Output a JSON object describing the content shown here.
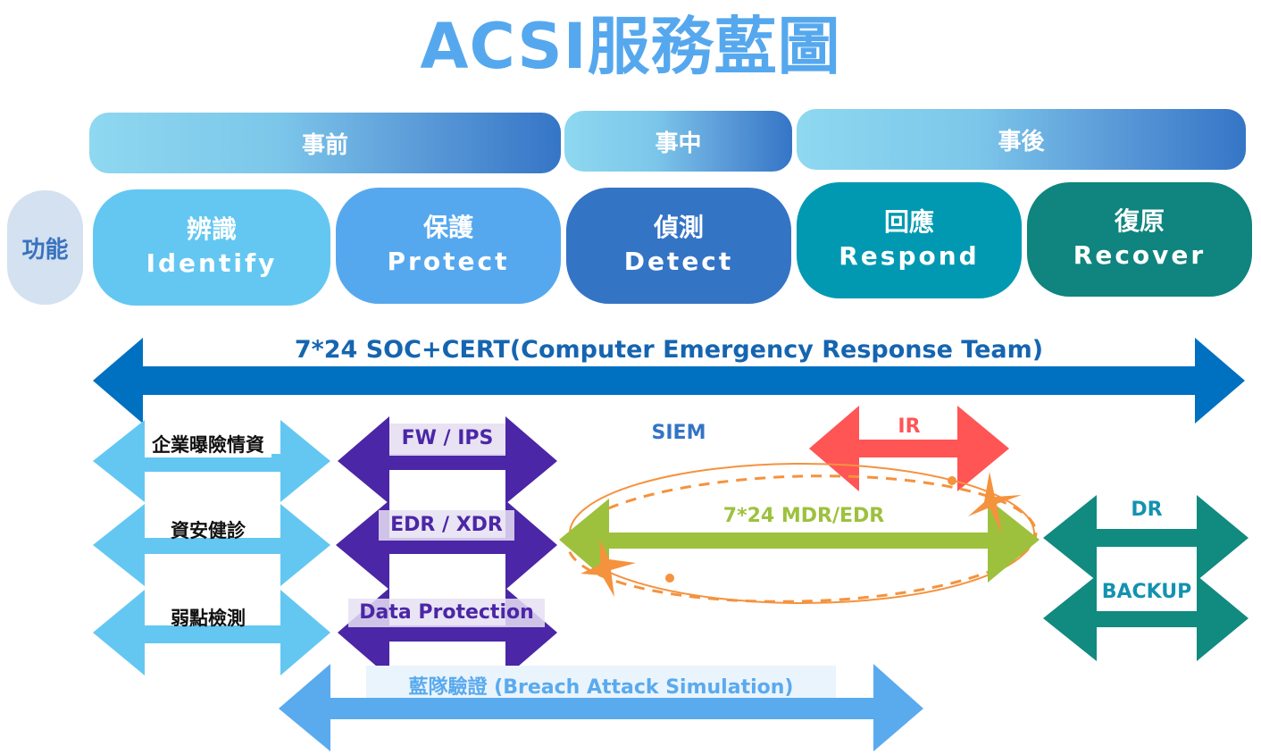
{
  "title": "ACSI服務藍圖",
  "colors": {
    "title": "#56A8EE",
    "soc_arrow": "#0070C0",
    "identify": "#63C7F2",
    "protect": "#56A8EE",
    "detect": "#3474C5",
    "respond": "#0199B2",
    "recover": "#10847E",
    "purple_arrow": "#4B26A6",
    "mdr_arrow": "#9DC13D",
    "ir_arrow": "#FF5555",
    "orbit": "#F5923E",
    "dr_arrow": "#118A80",
    "bas_arrow": "#5AAAEE"
  },
  "phases": [
    {
      "label": "事前"
    },
    {
      "label": "事中"
    },
    {
      "label": "事後"
    }
  ],
  "function_row_label": "功能",
  "functions": [
    {
      "zh": "辨識",
      "en": "Identify"
    },
    {
      "zh": "保護",
      "en": "Protect"
    },
    {
      "zh": "偵測",
      "en": "Detect"
    },
    {
      "zh": "回應",
      "en": "Respond"
    },
    {
      "zh": "復原",
      "en": "Recover"
    }
  ],
  "soc_cert": "7*24 SOC+CERT(Computer Emergency Response Team)",
  "identify_services": [
    "企業曝險情資",
    "資安健診",
    "弱點檢測"
  ],
  "protect_services": [
    "FW / IPS",
    "EDR / XDR",
    "Data Protection"
  ],
  "detect_services": {
    "siem": "SIEM",
    "mdr": "7*24 MDR/EDR"
  },
  "respond_services": [
    "IR"
  ],
  "recover_services": [
    "DR",
    "BACKUP"
  ],
  "bas": "藍隊驗證 (Breach Attack Simulation)"
}
